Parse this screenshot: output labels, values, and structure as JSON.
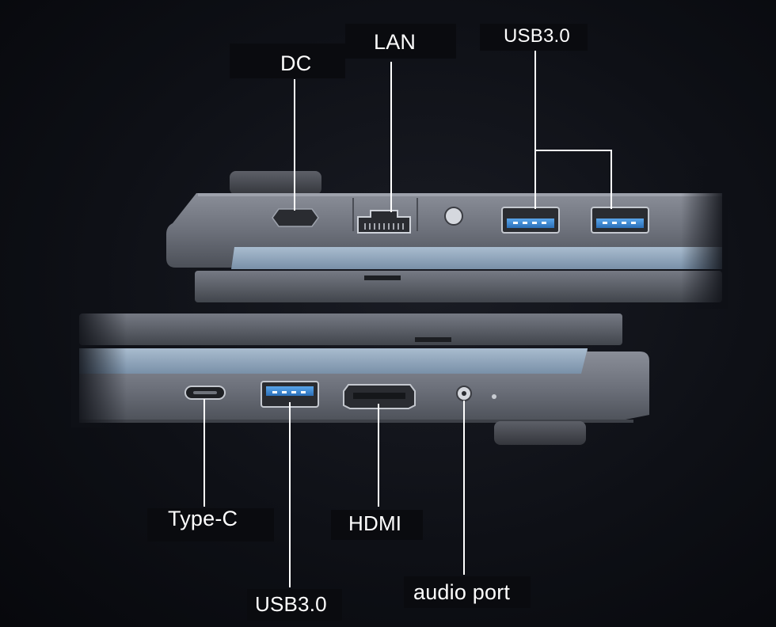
{
  "labels": {
    "dc": "DC",
    "lan": "LAN",
    "usb_top": "USB3.0",
    "type_c": "Type-C",
    "hdmi": "HDMI",
    "usb_bottom": "USB3.0",
    "audio": "audio port"
  },
  "colors": {
    "background": "#0e1016",
    "chassis": "#6a6e78",
    "screen_strip": "#8fa6bd",
    "usb_port_blue": "#3f8fd8",
    "leader_line": "#ffffff"
  }
}
